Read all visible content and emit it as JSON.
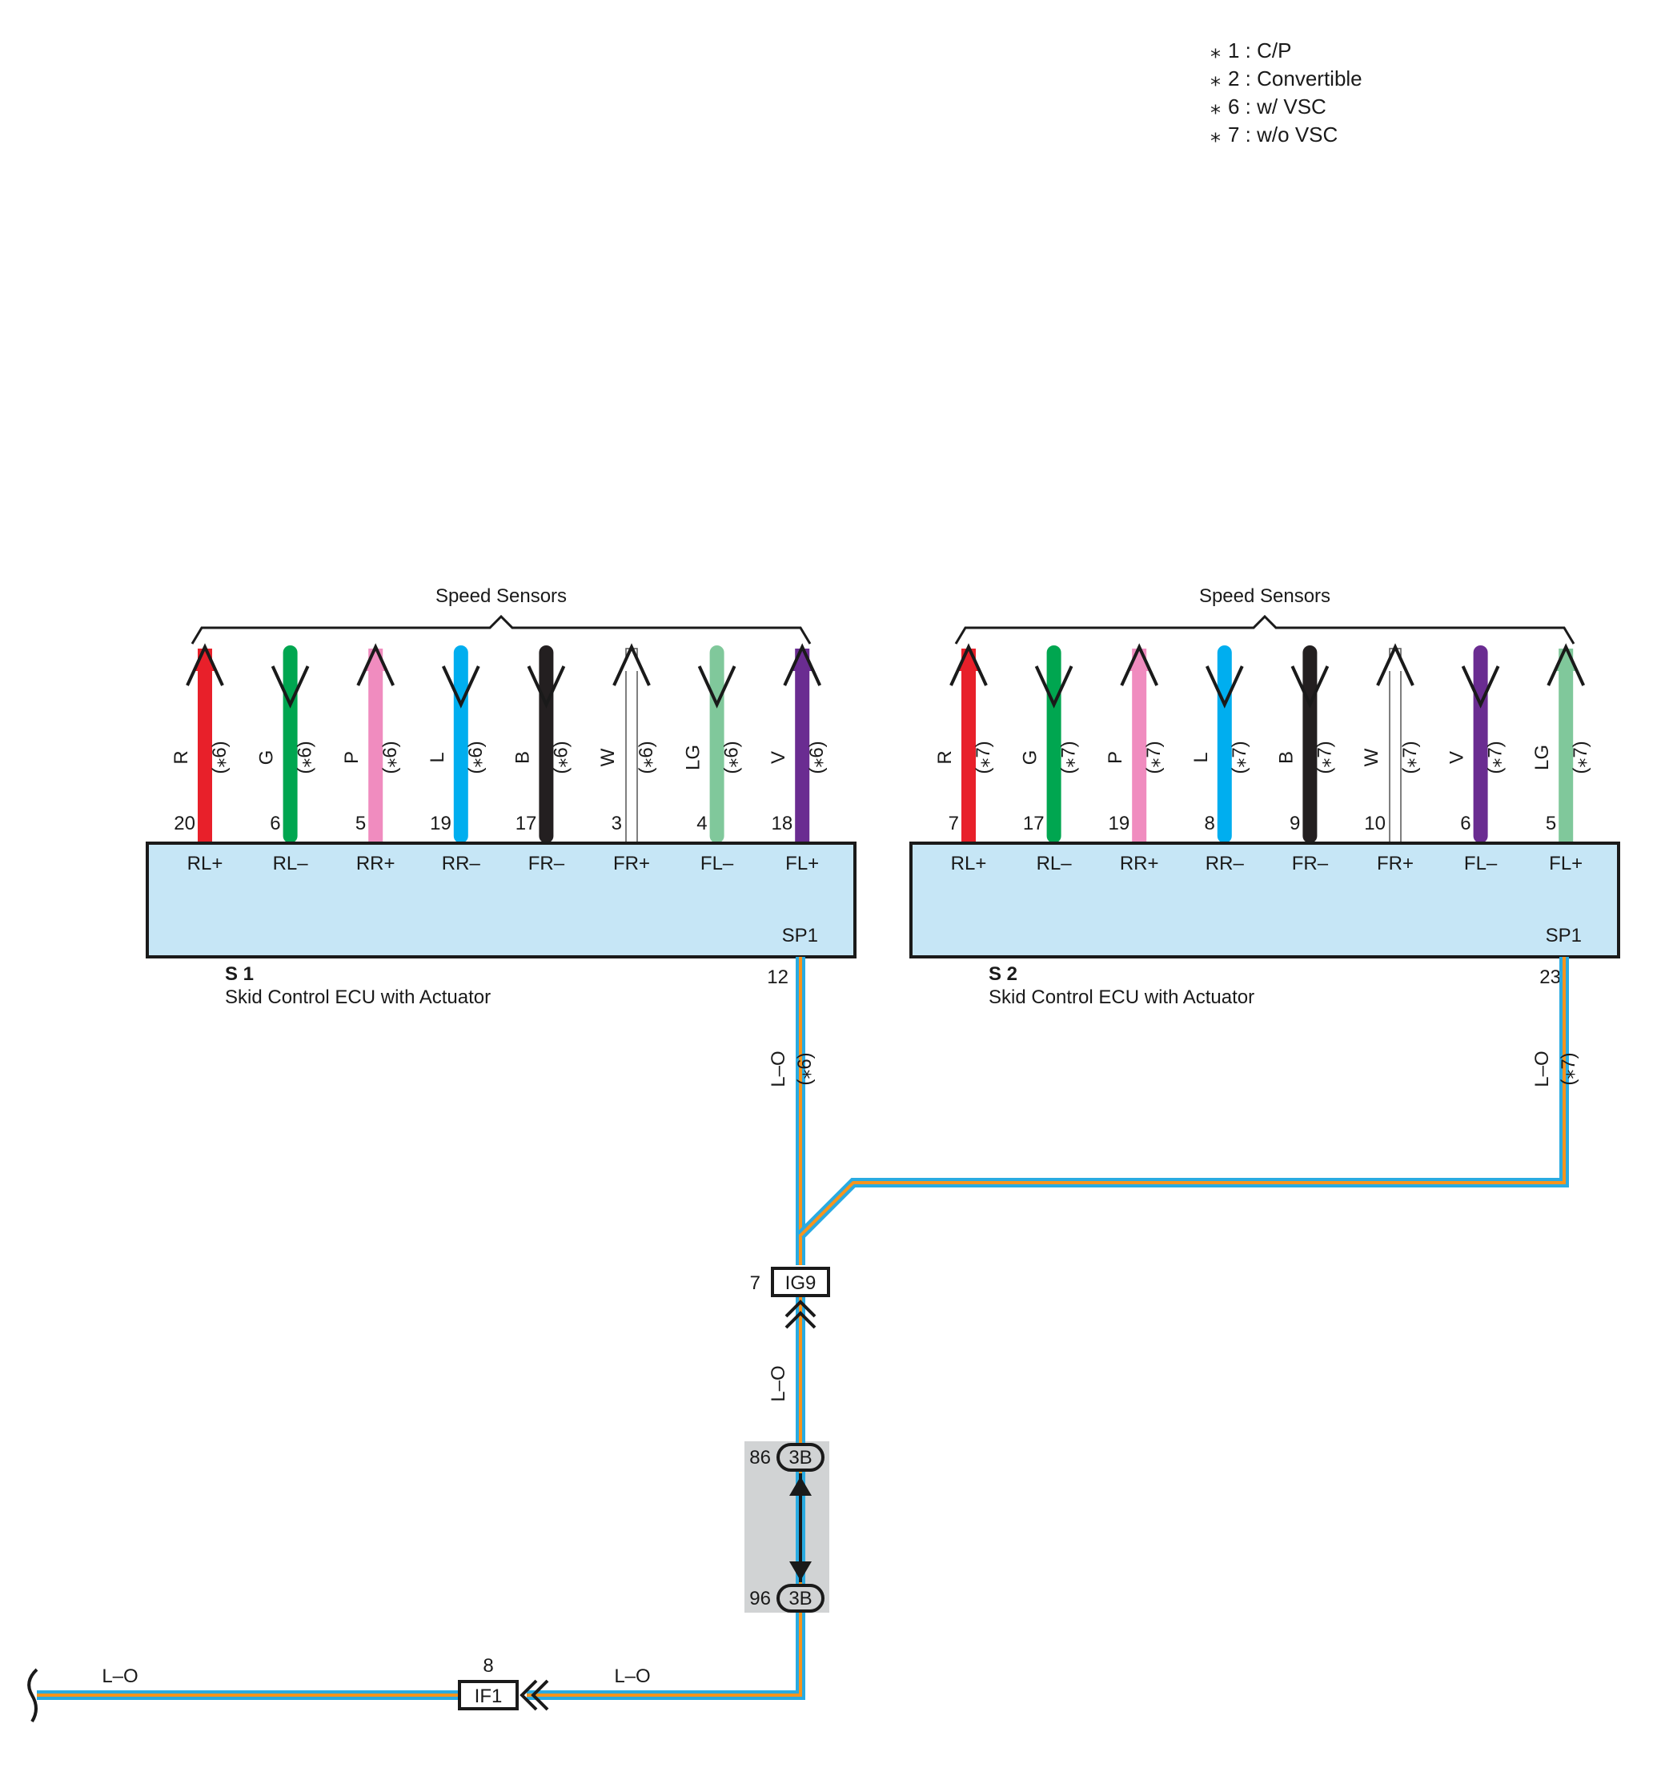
{
  "legend": [
    {
      "mark": "⁎",
      "text": "1 : C/P"
    },
    {
      "mark": "⁎",
      "text": "2 : Convertible"
    },
    {
      "mark": "⁎",
      "text": "6 : w/ VSC"
    },
    {
      "mark": "⁎",
      "text": "7 : w/o VSC"
    }
  ],
  "colors": {
    "R": "#e8202a",
    "G": "#00a650",
    "P": "#f08cbf",
    "L": "#00aeef",
    "B": "#231f20",
    "W": "#ffffff",
    "LG": "#80c89b",
    "V": "#6a2c91",
    "orange": "#f7941d",
    "blue": "#29abe2",
    "box_fill": "#c6e6f6",
    "splice_fill": "#d1d3d4"
  },
  "ecu1": {
    "group_label": "Speed Sensors",
    "connector_code": "S 1",
    "name": "Skid Control ECU with Actuator",
    "connector_id": "SP1",
    "note": "(⁎6)",
    "output_pin": "12",
    "output_wire": "L–O",
    "output_note": "(⁎6)",
    "pins": [
      {
        "color": "R",
        "pin": "20",
        "term": "RL+",
        "dir": "up"
      },
      {
        "color": "G",
        "pin": "6",
        "term": "RL–",
        "dir": "down"
      },
      {
        "color": "P",
        "pin": "5",
        "term": "RR+",
        "dir": "up"
      },
      {
        "color": "L",
        "pin": "19",
        "term": "RR–",
        "dir": "down"
      },
      {
        "color": "B",
        "pin": "17",
        "term": "FR–",
        "dir": "down"
      },
      {
        "color": "W",
        "pin": "3",
        "term": "FR+",
        "dir": "up"
      },
      {
        "color": "LG",
        "pin": "4",
        "term": "FL–",
        "dir": "down"
      },
      {
        "color": "V",
        "pin": "18",
        "term": "FL+",
        "dir": "up"
      }
    ]
  },
  "ecu2": {
    "group_label": "Speed Sensors",
    "connector_code": "S 2",
    "name": "Skid Control ECU with Actuator",
    "connector_id": "SP1",
    "note": "(⁎7)",
    "output_pin": "23",
    "output_wire": "L–O",
    "output_note": "(⁎7)",
    "pins": [
      {
        "color": "R",
        "pin": "7",
        "term": "RL+",
        "dir": "up"
      },
      {
        "color": "G",
        "pin": "17",
        "term": "RL–",
        "dir": "down"
      },
      {
        "color": "P",
        "pin": "19",
        "term": "RR+",
        "dir": "up"
      },
      {
        "color": "L",
        "pin": "8",
        "term": "RR–",
        "dir": "down"
      },
      {
        "color": "B",
        "pin": "9",
        "term": "FR–",
        "dir": "down"
      },
      {
        "color": "W",
        "pin": "10",
        "term": "FR+",
        "dir": "up"
      },
      {
        "color": "V",
        "pin": "6",
        "term": "FL–",
        "dir": "down"
      },
      {
        "color": "LG",
        "pin": "5",
        "term": "FL+",
        "dir": "up"
      }
    ]
  },
  "ig9": {
    "label": "IG9",
    "pin": "7",
    "wire_below": "L–O"
  },
  "splice": {
    "top_pin": "86",
    "top_label": "3B",
    "bottom_pin": "96",
    "bottom_label": "3B"
  },
  "if1": {
    "label": "IF1",
    "pin": "8",
    "wire_right": "L–O",
    "wire_left": "L–O"
  }
}
